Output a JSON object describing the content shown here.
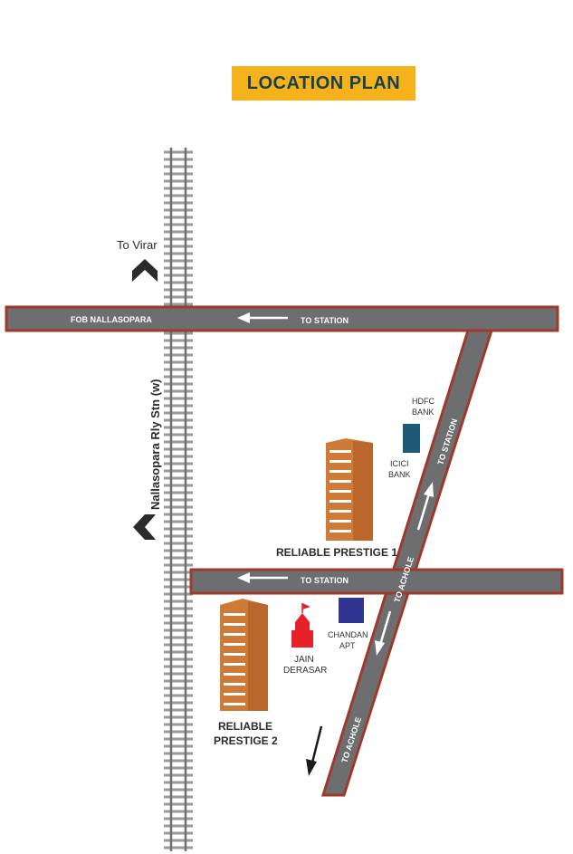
{
  "title": "LOCATION PLAN",
  "labels": {
    "to_virar": "To Virar",
    "fob": "FOB NALLASOPARA",
    "to_station_top": "TO STATION",
    "to_station_mid": "TO STATION",
    "to_station_diag": "TO STATION",
    "to_achole_upper": "TO ACHOLE",
    "to_achole_lower": "TO ACHOLE",
    "rly_stn": "Nallasopara  Rly Stn (w)",
    "hdfc_line1": "HDFC",
    "hdfc_line2": "BANK",
    "icici_line1": "ICICI",
    "icici_line2": "BANK",
    "reliable1": "RELIABLE PRESTIGE 1",
    "chandan_line1": "CHANDAN",
    "chandan_line2": "APT",
    "jain_line1": "JAIN",
    "jain_line2": "DERASAR",
    "reliable2_line1": "RELIABLE",
    "reliable2_line2": "PRESTIGE 2"
  },
  "colors": {
    "road_fill": "#6d6e70",
    "road_border": "#9e3a2b",
    "building": "#cf7a37",
    "bank_hdfc": "#1d5a78",
    "chandan_apt": "#2f3590",
    "temple": "#e8202a",
    "title_bg": "#f6b21b",
    "title_text": "#17414f",
    "track": "#8c8c8c"
  },
  "icons": [
    "north-chevron-icon",
    "west-chevron-icon",
    "arrow-left-icon",
    "arrow-up-icon",
    "arrow-down-icon",
    "temple-icon"
  ]
}
